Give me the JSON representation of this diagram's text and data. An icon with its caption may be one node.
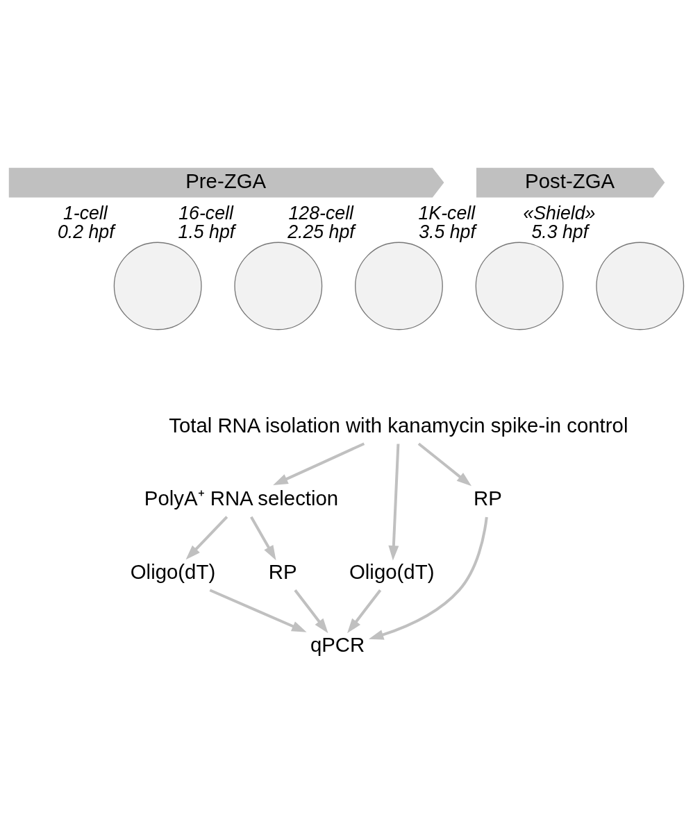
{
  "diagram": {
    "nodes": [
      {
        "text": [
          "Pre-ZGA"
        ]
      },
      {
        "text": [
          "Post-ZGA"
        ]
      },
      {
        "text": [],
        "shape": "circle",
        "beside": [
          "1-cell",
          "0.2 hpf"
        ]
      },
      {
        "text": [],
        "shape": "circle",
        "beside": [
          "16-cell",
          "1.5 hpf"
        ]
      },
      {
        "text": [],
        "shape": "circle",
        "beside": [
          "128-cell",
          "2.25 hpf"
        ]
      },
      {
        "text": [],
        "shape": "circle",
        "beside": [
          "1K-cell",
          "3.5 hpf"
        ]
      },
      {
        "text": [],
        "shape": "circle",
        "beside": [
          "«Shield»",
          "5.3 hpf"
        ]
      },
      {
        "text": [
          "Total RNA isolation with kanamycin spike-in control"
        ]
      },
      {
        "text": [
          "PolyA⁺ RNA selection"
        ]
      },
      {
        "text": [
          "Oligo(dT)"
        ]
      },
      {
        "text": [
          "RP"
        ]
      },
      {
        "text": [
          "Oligo(dT)"
        ]
      },
      {
        "text": [
          "RP"
        ]
      },
      {
        "text": [
          "qPCR"
        ]
      }
    ],
    "edges": [
      {
        "from": 7,
        "to": 8,
        "arrow": "to"
      },
      {
        "from": 8,
        "to": 9,
        "arrow": "to"
      },
      {
        "from": 8,
        "to": 10,
        "arrow": "to"
      },
      {
        "from": 7,
        "to": 11,
        "arrow": "to"
      },
      {
        "from": 7,
        "to": 12,
        "arrow": "to"
      },
      {
        "from": 9,
        "to": 13,
        "arrow": "to"
      },
      {
        "from": 10,
        "to": 13,
        "arrow": "to"
      },
      {
        "from": 11,
        "to": 13,
        "arrow": "to"
      },
      {
        "from": 12,
        "to": 13,
        "arrow": "to"
      }
    ]
  }
}
